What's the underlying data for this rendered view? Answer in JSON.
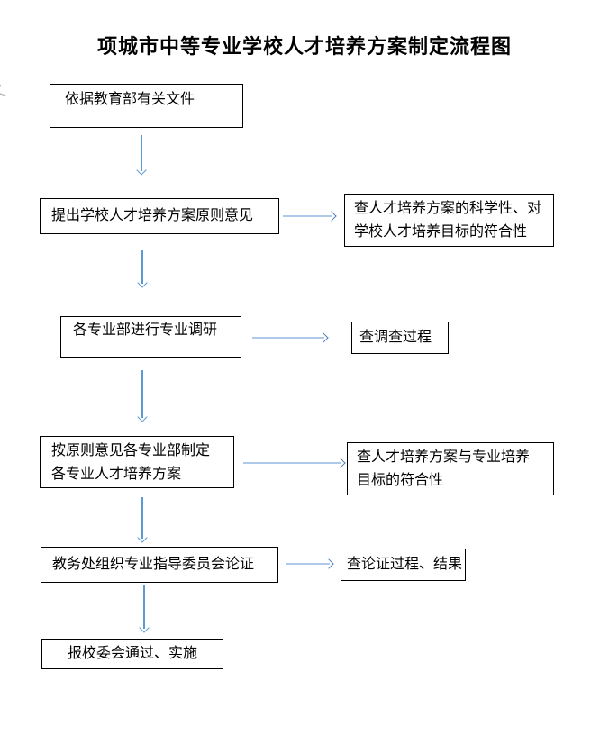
{
  "page": {
    "title": "项城市中等专业学校人才培养方案制定流程图"
  },
  "flowchart": {
    "nodes": [
      {
        "id": "step1",
        "type": "process",
        "label": "依据教育部有关文件"
      },
      {
        "id": "step2",
        "type": "process",
        "label": "提出学校人才培养方案原则意见"
      },
      {
        "id": "check2",
        "type": "check",
        "label": "查人才培养方案的科学性、对\n学校人才培养目标的符合性"
      },
      {
        "id": "step3",
        "type": "process",
        "label": "各专业部进行专业调研"
      },
      {
        "id": "check3",
        "type": "check",
        "label": "查调查过程"
      },
      {
        "id": "step4",
        "type": "process",
        "label": "按原则意见各专业部制定\n各专业人才培养方案"
      },
      {
        "id": "check4",
        "type": "check",
        "label": "查人才培养方案与专业培养\n目标的符合性"
      },
      {
        "id": "step5",
        "type": "process",
        "label": "教务处组织专业指导委员会论证"
      },
      {
        "id": "check5",
        "type": "check",
        "label": "查论证过程、结果"
      },
      {
        "id": "step6",
        "type": "process",
        "label": "报校委会通过、实施"
      }
    ],
    "edges": [
      {
        "from": "step1",
        "to": "step2",
        "direction": "down"
      },
      {
        "from": "step2",
        "to": "check2",
        "direction": "right"
      },
      {
        "from": "step2",
        "to": "step3",
        "direction": "down"
      },
      {
        "from": "step3",
        "to": "check3",
        "direction": "right"
      },
      {
        "from": "step3",
        "to": "step4",
        "direction": "down"
      },
      {
        "from": "step4",
        "to": "check4",
        "direction": "right"
      },
      {
        "from": "step4",
        "to": "step5",
        "direction": "down"
      },
      {
        "from": "step5",
        "to": "check5",
        "direction": "right"
      },
      {
        "from": "step5",
        "to": "step6",
        "direction": "down"
      }
    ],
    "colors": {
      "box_border": "#000000",
      "vertical_arrow": "#5b9bd5",
      "horizontal_arrow_shaft": "#aec9ea",
      "horizontal_arrow_head": "#4e81bd"
    }
  }
}
